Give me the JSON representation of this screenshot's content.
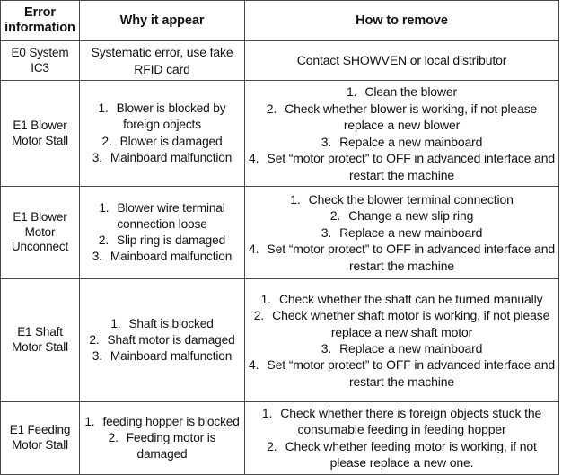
{
  "document": {
    "title": "Error information troubleshooting table",
    "text_color": "#111111",
    "border_color": "#4a4a4a",
    "background_color": "#ffffff"
  },
  "table": {
    "headers": {
      "code": "Error information",
      "why": "Why it appear",
      "fix": "How to remove"
    },
    "rows": [
      {
        "code": "E0 System IC3",
        "why_lines": [
          {
            "text": "Systematic error, use fake"
          },
          {
            "text": "RFID card"
          }
        ],
        "fix_lines": [
          {
            "text": "Contact SHOWVEN or local distributor"
          }
        ]
      },
      {
        "code": "E1 Blower Motor Stall",
        "why_lines": [
          {
            "num": "1.",
            "text": "Blower is blocked by foreign objects"
          },
          {
            "num": "2.",
            "text": "Blower is damaged"
          },
          {
            "num": "3.",
            "text": "Mainboard malfunction"
          }
        ],
        "fix_lines": [
          {
            "num": "1.",
            "text": "Clean the blower"
          },
          {
            "num": "2.",
            "text": "Check whether blower is working, if not please replace a new blower"
          },
          {
            "num": "3.",
            "text": "Repalce a new mainboard"
          },
          {
            "num": "4.",
            "text": "Set “motor protect” to OFF in advanced interface and restart the machine"
          }
        ]
      },
      {
        "code": "E1 Blower Motor Unconnect",
        "why_lines": [
          {
            "num": "1.",
            "text": "Blower wire terminal connection loose"
          },
          {
            "num": "2.",
            "text": "Slip ring is damaged"
          },
          {
            "num": "3.",
            "text": "Mainboard malfunction"
          }
        ],
        "fix_lines": [
          {
            "num": "1.",
            "text": "Check the blower terminal connection"
          },
          {
            "num": "2.",
            "text": "Change a new slip ring"
          },
          {
            "num": "3.",
            "text": "Replace a new mainboard"
          },
          {
            "num": "4.",
            "text": "Set “motor protect” to OFF in advanced interface and restart the machine"
          }
        ]
      },
      {
        "code": "E1 Shaft Motor Stall",
        "why_lines": [
          {
            "num": "1.",
            "text": "Shaft is blocked"
          },
          {
            "num": "2.",
            "text": "Shaft motor is damaged"
          },
          {
            "num": "3.",
            "text": "Mainboard malfunction"
          }
        ],
        "fix_lines": [
          {
            "num": "1.",
            "text": "Check whether the shaft can be turned manually"
          },
          {
            "num": "2.",
            "text": "Check whether shaft motor is working, if not please replace a new shaft motor"
          },
          {
            "num": "3.",
            "text": "Replace a new mainboard"
          },
          {
            "num": "4.",
            "text": "Set “motor protect” to OFF in advanced interface and restart the machine"
          }
        ]
      },
      {
        "code": "E1 Feeding Motor Stall",
        "why_lines": [
          {
            "num": "1.",
            "text": "feeding hopper is blocked"
          },
          {
            "num": "2.",
            "text": "Feeding motor is damaged"
          }
        ],
        "fix_lines": [
          {
            "num": "1.",
            "text": "Check whether there is foreign objects stuck the consumable feeding in feeding hopper"
          },
          {
            "num": "2.",
            "text": "Check whether feeding motor is working, if not please replace a new one."
          }
        ]
      }
    ]
  }
}
